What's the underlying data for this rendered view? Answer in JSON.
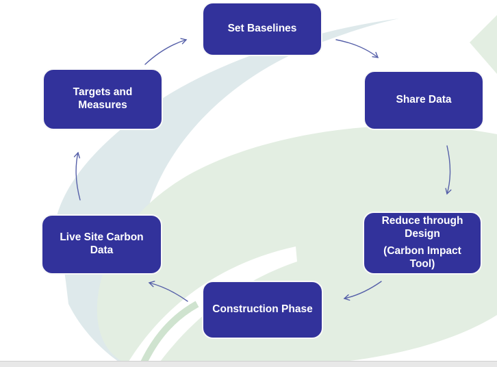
{
  "diagram": {
    "type": "cycle",
    "nodes": [
      {
        "id": "set-baselines",
        "label": "Set Baselines"
      },
      {
        "id": "share-data",
        "label": "Share Data"
      },
      {
        "id": "reduce-through-design",
        "label": "Reduce through Design",
        "sublabel": "(Carbon Impact Tool)"
      },
      {
        "id": "construction-phase",
        "label": "Construction Phase"
      },
      {
        "id": "live-site-carbon-data",
        "label": "Live Site Carbon Data"
      },
      {
        "id": "targets-and-measures",
        "label": "Targets and Measures"
      }
    ],
    "arrows": [
      {
        "from": "set-baselines",
        "to": "share-data"
      },
      {
        "from": "share-data",
        "to": "reduce-through-design"
      },
      {
        "from": "reduce-through-design",
        "to": "construction-phase"
      },
      {
        "from": "construction-phase",
        "to": "live-site-carbon-data"
      },
      {
        "from": "live-site-carbon-data",
        "to": "targets-and-measures"
      },
      {
        "from": "targets-and-measures",
        "to": "set-baselines"
      }
    ],
    "colors": {
      "node_fill": "#32329B",
      "node_border": "#F8F8F8",
      "node_text": "#FFFFFF",
      "arrow": "#555FA8",
      "leaf_blue_gray": "#DEE9EB",
      "leaf_green": "#E3EEE2",
      "leaf_stem": "#CFE3CF",
      "background": "#FFFFFF",
      "bottom_bar": "#E8E8E8"
    }
  }
}
